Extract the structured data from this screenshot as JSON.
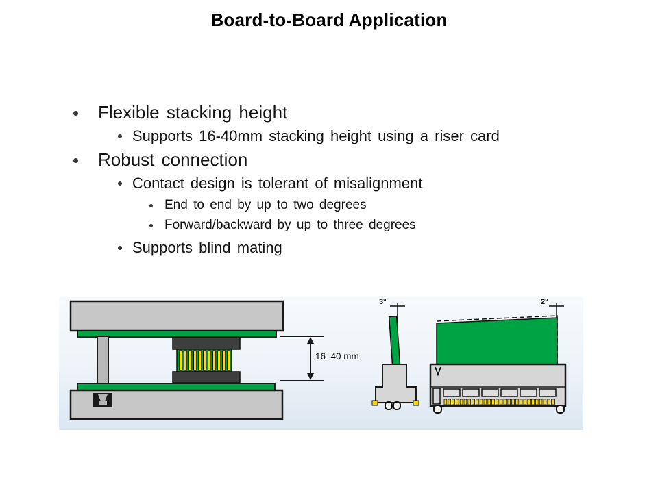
{
  "slide": {
    "title": "Board-to-Board Application"
  },
  "bullets": [
    {
      "level": 1,
      "text": "Flexible stacking height"
    },
    {
      "level": 2,
      "text": "Supports 16-40mm stacking height using a riser card"
    },
    {
      "level": 1,
      "text": "Robust connection"
    },
    {
      "level": 2,
      "text": "Contact design is tolerant of misalignment"
    },
    {
      "level": 3,
      "text": "End to end by up to two degrees"
    },
    {
      "level": 3,
      "text": "Forward/backward by up to three degrees"
    },
    {
      "level": 2,
      "text": "Supports blind mating"
    }
  ],
  "diagram": {
    "dimension_label": "16–40 mm",
    "left_connector_angle_label": "3°",
    "right_connector_angle_label": "2°",
    "riser_pin_count": 11,
    "contact_pad_count": 28,
    "colors": {
      "pcb_green": "#00a344",
      "contact_yellow": "#ffd900",
      "board_gray": "#c7c7c7",
      "connector_gray": "#d6d6d6",
      "dark_block": "#3e3e3e",
      "outline": "#1a1a1a",
      "panel_top": "#f7fafc",
      "panel_bottom": "#dce7f1"
    }
  }
}
